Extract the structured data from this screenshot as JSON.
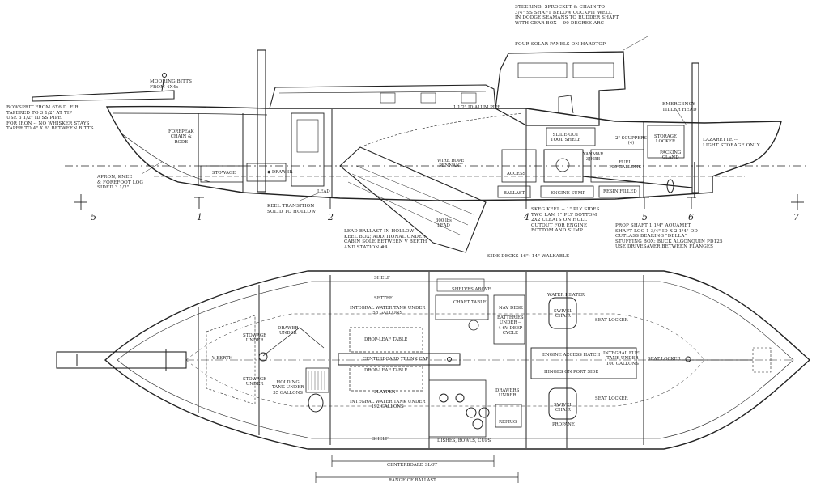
{
  "profile": {
    "notes": {
      "steering": "STEERING: SPROCKET & CHAIN TO\n3/4\" SS SHAFT BELOW COCKPIT WELL\nIN DODGE SEAMANS TO RUDDER SHAFT\nWITH GEAR BOX -- 90 DEGREE ARC",
      "solar": "FOUR SOLAR PANELS ON HARDTOP",
      "mooring_bitts": "MOORING BITTS\nFROM 4X4s",
      "bowsprit": "BOWSPRIT FROM 6X6 D. FIR\nTAPERED TO 3 1/2\" AT TIP\nUSE 3 1/2\" ID SS PIPE\nFOR IRON -- NO WHISKER STAYS\nTAPER TO 4\" X 6\" BETWEEN BITTS",
      "apron": "APRON, KNEE\n& FOREFOOT LOG\nSIDED 3 1/2\"",
      "keel_transition": "KEEL TRANSITION\nSOLID TO HOLLOW",
      "lead_ballast": "LEAD BALLAST IN HOLLOW\nKEEL BOX; ADDITIONAL UNDER\nCABIN SOLE BETWEEN V BERTH\nAND STATION #4",
      "skeg_keel": "SKEG KEEL -- 1\" PLY SIDES\nTWO LAM 1\" PLY BOTTOM\n2X2 CLEATS ON HULL\nCUTOUT FOR ENGINE\nBOTTOM AND SUMP",
      "prop_shaft": "PROP SHAFT 1 1/4\" AQUAMET\nSHAFT LOG 1 3/4\" ID X 2 1/4\" OD\nCUTLASS BEARING \"DELLA\"\nSTUFFING BOX: BUCK ALGONQUIN PD125\nUSE DRIVESAVER BETWEEN FLANGES",
      "emergency_tiller": "EMERGENCY\nTILLER HEAD",
      "lazarette": "LAZARETTE --\nLIGHT STORAGE ONLY"
    },
    "labels": {
      "forepeak": "FOREPEAK\nCHAIN &\nRODE",
      "stowage": "STOWAGE",
      "drawer": "◆ DRAWER",
      "alum_pipe": "1 1/2\" ID ALUM PIPE",
      "slide_out": "SLIDE-OUT\nTOOL SHELF",
      "scuppers": "2\" SCUPPERS\n(4)",
      "storage_locker": "STORAGE\nLOCKER",
      "packing_gland": "PACKING\nGLAND",
      "wire_rope": "WIRE ROPE\nPENNANT",
      "access": "ACCESS",
      "yanmar": "YANMAR\n3JH5E",
      "fuel": "FUEL\n100 GALLONS",
      "ballast": "BALLAST",
      "engine_sump": "ENGINE SUMP",
      "resin_filled": "RESIN FILLED",
      "lead": "LEAD",
      "lead_300": "300 lbs\nLEAD"
    },
    "stations": [
      "5",
      "1",
      "2",
      "4",
      "5",
      "6",
      "7"
    ]
  },
  "plan": {
    "side_decks": "SIDE DECKS 16\"; 14\" WALKABLE",
    "labels": {
      "shelf_top": "SHELF",
      "shelves_above": "SHELVES ABOVE",
      "settee": "SETTEE",
      "chart_table": "CHART TABLE",
      "water_tank_58": "INTEGRAL WATER TANK UNDER\n58 GALLONS",
      "nav_desk": "NAV DESK",
      "batteries": "BATTERIES\nUNDER --\n4 6V DEEP\nCYCLE",
      "water_heater": "WATER HEATER",
      "swivel_chair_top": "SWIVEL\nCHAIR",
      "seat_locker_top": "SEAT LOCKER",
      "stowage_under_top": "STOWAGE\nUNDER",
      "drawer_under": "DRAWER\nUNDER",
      "drop_leaf_top": "DROP-LEAF TABLE",
      "v_berth": "V-BERTH",
      "centerboard_cap": "CENTERBOARD TRUNK CAP",
      "engine_hatch": "ENGINE ACCESS HATCH",
      "hinges": "HINGES ON PORT SIDE",
      "fuel_tank": "INTEGRAL FUEL\nTANK UNDER\n100 GALLONS",
      "seat_locker_right": "SEAT LOCKER",
      "drop_leaf_bottom": "DROP-LEAF TABLE",
      "stowage_under_bottom": "STOWAGE\nUNDER",
      "holding_tank": "HOLDING\nTANK UNDER\n35 GALLONS",
      "playpen": "PLAYPEN",
      "water_tank_192": "INTEGRAL WATER TANK UNDER\n192 GALLONS",
      "drawers_under": "DRAWERS\nUNDER",
      "swivel_chair_bottom": "SWIVEL\nCHAIR",
      "seat_locker_bottom": "SEAT LOCKER",
      "refrig": "REFRIG",
      "propane": "PROPANE",
      "shelf_bottom": "SHELF",
      "dishes": "DISHES, BOWLS, CUPS",
      "centerboard_slot": "CENTERBOARD SLOT",
      "range_of_ballast": "RANGE OF BALLAST"
    }
  }
}
